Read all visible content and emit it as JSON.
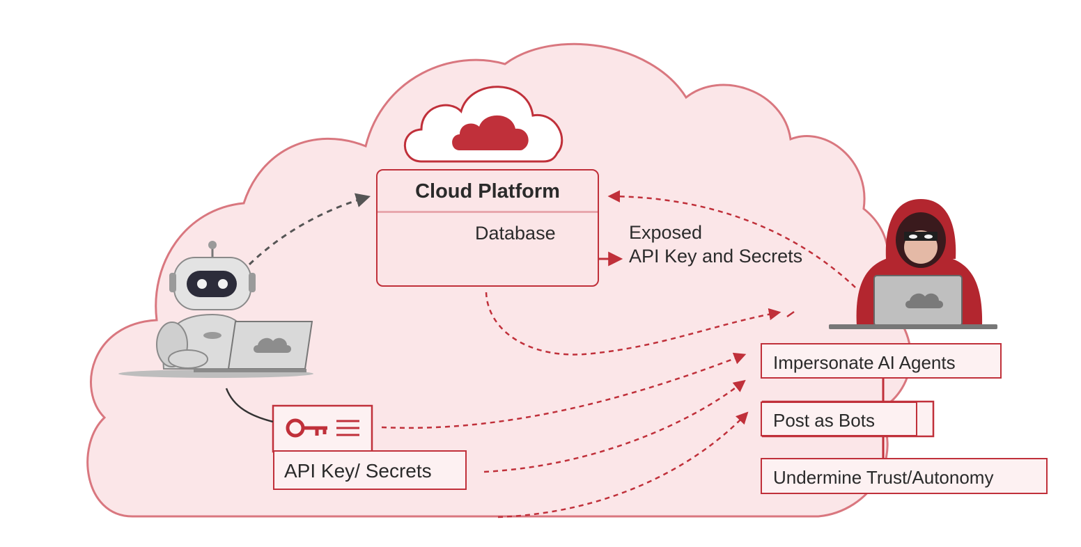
{
  "platform": {
    "title": "Cloud Platform",
    "database_label": "Database"
  },
  "exposed_label": {
    "line1": "Exposed",
    "line2": "API Key and Secrets"
  },
  "key_card": {
    "label": "API Key/ Secrets"
  },
  "impacts": [
    {
      "label": "Impersonate AI Agents"
    },
    {
      "label": "Post as Bots"
    },
    {
      "label": "Undermine Trust/Autonomy"
    }
  ],
  "colors": {
    "accent": "#c0303a",
    "cloud_fill": "#fbe6e8",
    "cloud_stroke": "#d9777f",
    "box_fill": "#fdf1f2",
    "robot_arrow": "#555555"
  },
  "icons": [
    "cloud-icon",
    "database-icon",
    "robot-icon",
    "laptop-icon",
    "hacker-icon",
    "key-icon",
    "lines-icon"
  ]
}
